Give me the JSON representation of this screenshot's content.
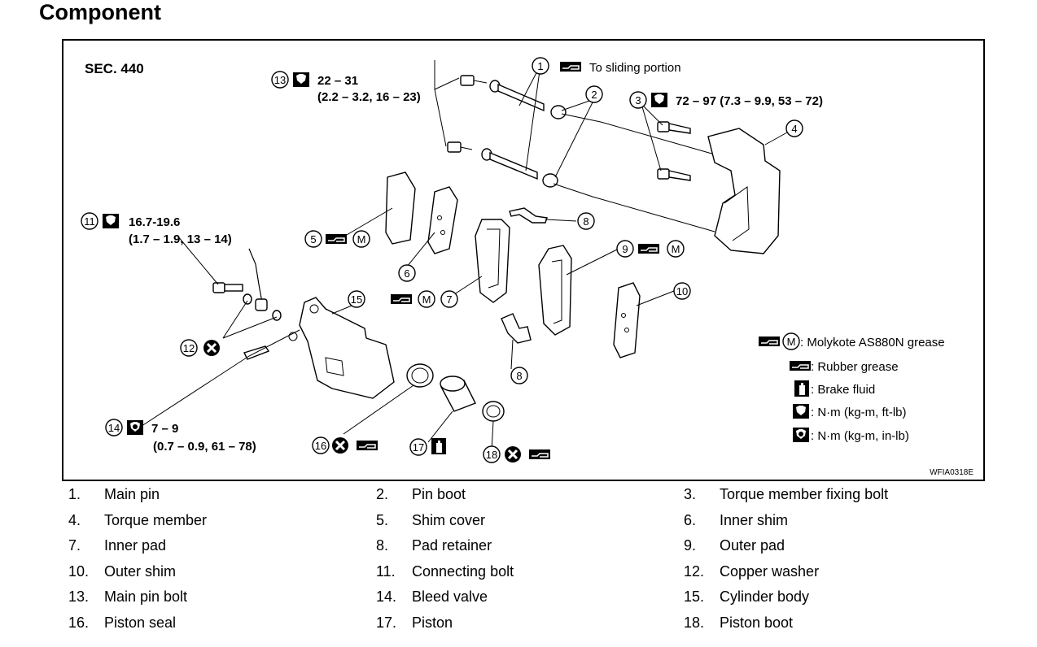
{
  "title": "Component",
  "diagram": {
    "section": "SEC. 440",
    "figure_code": "WFIA0318E",
    "callouts": {
      "c1": "1",
      "c2": "2",
      "c3": "3",
      "c4": "4",
      "c5": "5",
      "c6": "6",
      "c7": "7",
      "c8a": "8",
      "c8b": "8",
      "c9": "9",
      "c10": "10",
      "c11": "11",
      "c12": "12",
      "c13": "13",
      "c14": "14",
      "c15": "15",
      "c16": "16",
      "c17": "17",
      "c18": "18"
    },
    "annotations": {
      "sliding": "To sliding portion",
      "torque13_a": "22 – 31",
      "torque13_b": "(2.2 – 3.2, 16 – 23)",
      "torque3": "72 – 97 (7.3 – 9.9, 53 – 72)",
      "torque11_a": "16.7-19.6",
      "torque11_b": "(1.7 – 1.9, 13 – 14)",
      "torque14_a": "7 – 9",
      "torque14_b": "(0.7 – 0.9, 61 – 78)",
      "m": "M"
    },
    "legend": [
      {
        "icon": "grease-m-icon",
        "text": ": Molykote AS880N grease"
      },
      {
        "icon": "rubber-grease-icon",
        "text": ": Rubber grease"
      },
      {
        "icon": "brake-fluid-icon",
        "text": ": Brake fluid"
      },
      {
        "icon": "torque-ftlb-icon",
        "text": ": N·m (kg-m, ft-lb)"
      },
      {
        "icon": "torque-inlb-icon",
        "text": ": N·m (kg-m, in-lb)"
      }
    ]
  },
  "parts": [
    {
      "num": "1.",
      "name": "Main pin"
    },
    {
      "num": "2.",
      "name": "Pin boot"
    },
    {
      "num": "3.",
      "name": "Torque member fixing bolt"
    },
    {
      "num": "4.",
      "name": "Torque member"
    },
    {
      "num": "5.",
      "name": "Shim cover"
    },
    {
      "num": "6.",
      "name": "Inner shim"
    },
    {
      "num": "7.",
      "name": "Inner pad"
    },
    {
      "num": "8.",
      "name": "Pad retainer"
    },
    {
      "num": "9.",
      "name": "Outer pad"
    },
    {
      "num": "10.",
      "name": "Outer shim"
    },
    {
      "num": "11.",
      "name": "Connecting bolt"
    },
    {
      "num": "12.",
      "name": "Copper washer"
    },
    {
      "num": "13.",
      "name": "Main pin bolt"
    },
    {
      "num": "14.",
      "name": "Bleed valve"
    },
    {
      "num": "15.",
      "name": "Cylinder body"
    },
    {
      "num": "16.",
      "name": "Piston seal"
    },
    {
      "num": "17.",
      "name": "Piston"
    },
    {
      "num": "18.",
      "name": "Piston boot"
    }
  ]
}
